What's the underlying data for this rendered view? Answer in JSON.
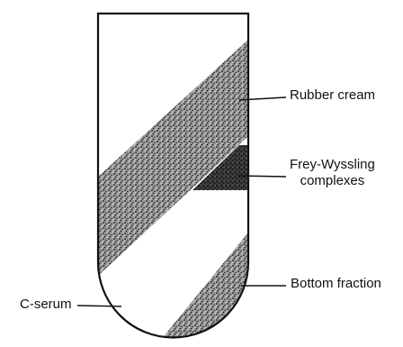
{
  "diagram": {
    "labels": {
      "rubber_cream": "Rubber cream",
      "frey_wyssling_line1": "Frey-Wyssling",
      "frey_wyssling_line2": "complexes",
      "bottom_fraction": "Bottom fraction",
      "c_serum": "C-serum"
    }
  }
}
